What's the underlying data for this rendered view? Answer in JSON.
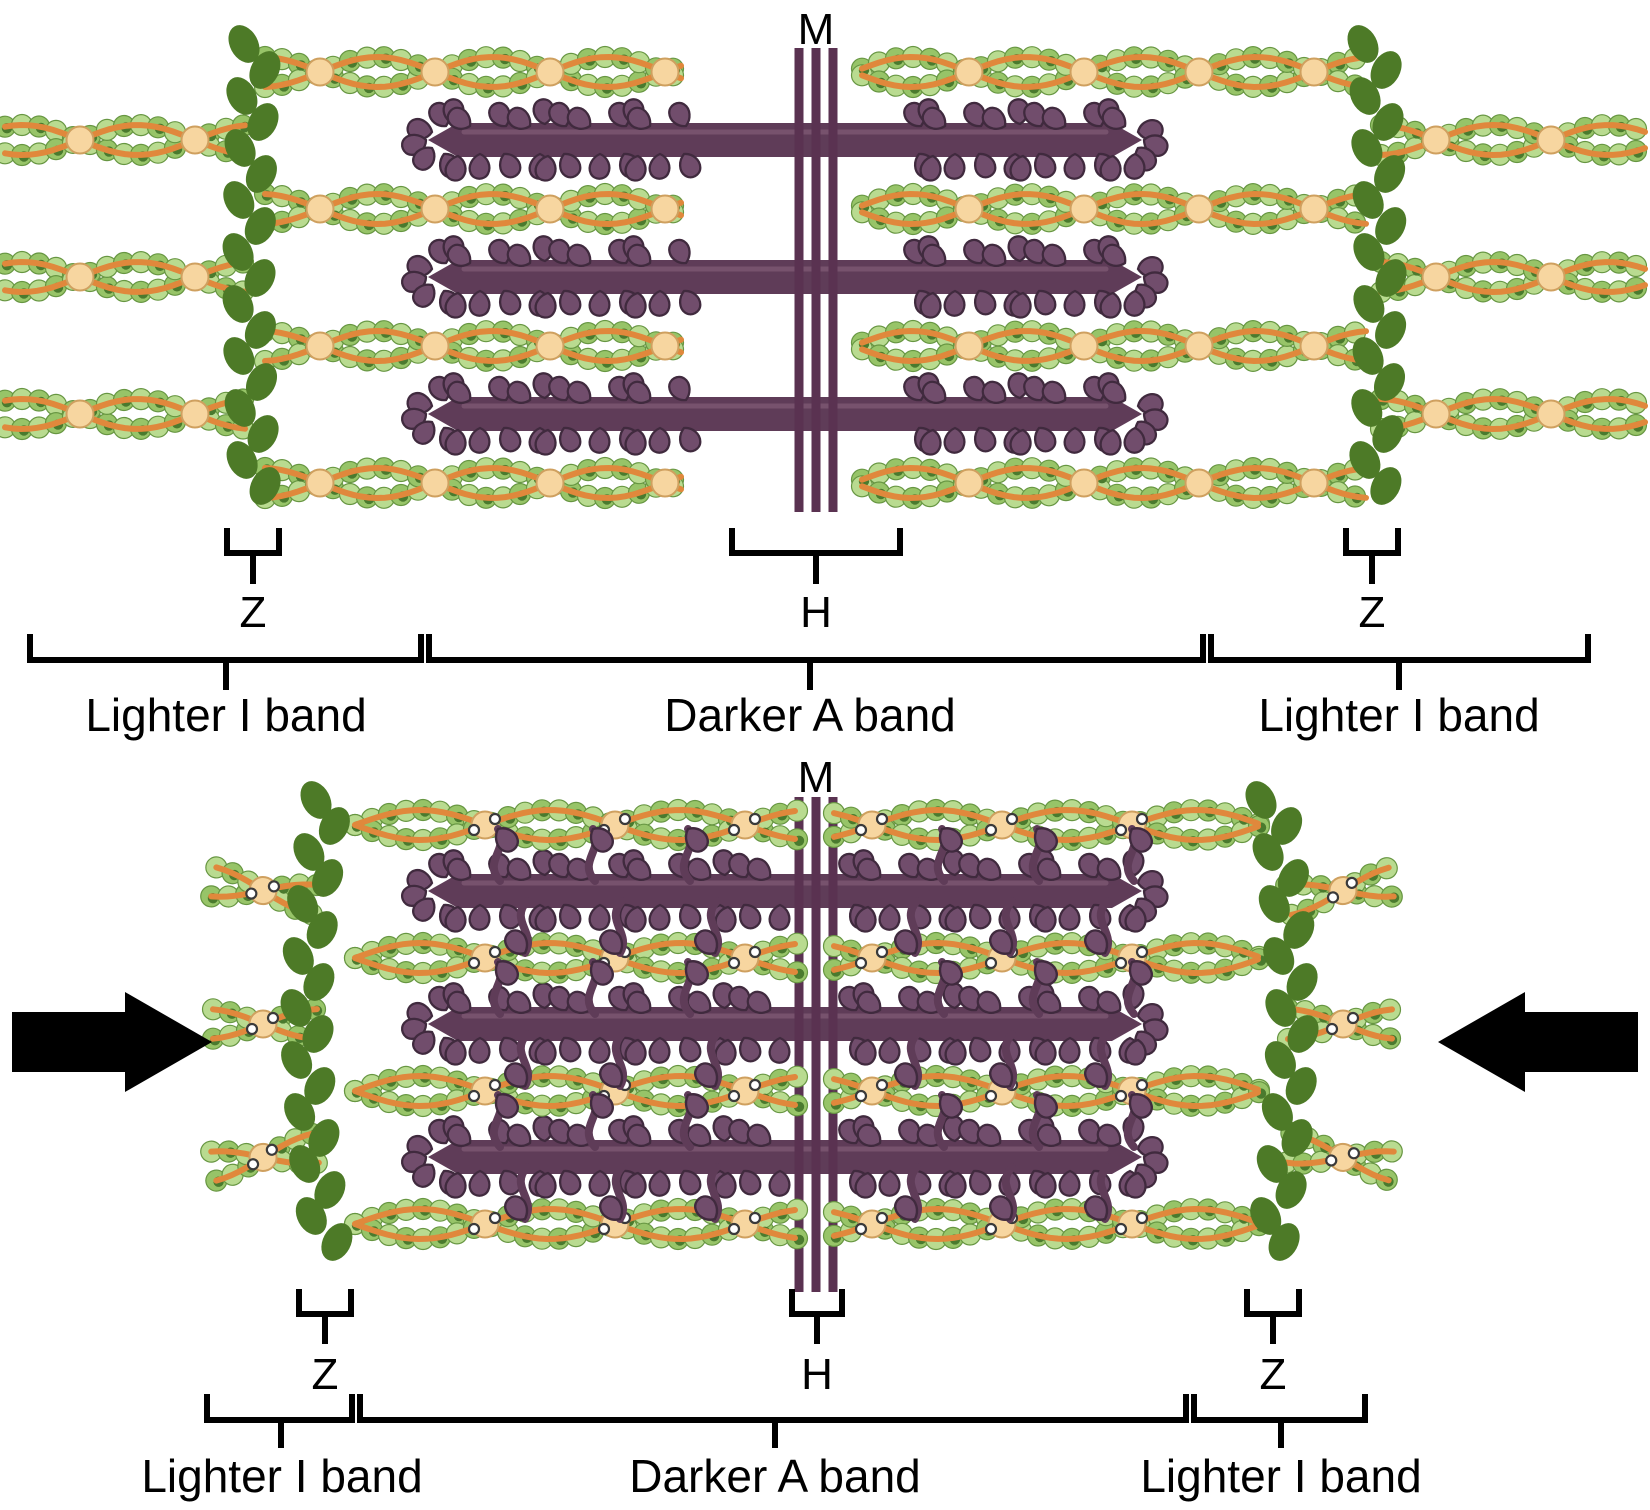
{
  "panels": {
    "relaxed": {
      "m_label": "M",
      "h_label": "H",
      "z_left_label": "Z",
      "z_right_label": "Z",
      "i_band_left_label": "Lighter I band",
      "a_band_label": "Darker A band",
      "i_band_right_label": "Lighter I band"
    },
    "contracted": {
      "m_label": "M",
      "h_label": "H",
      "z_left_label": "Z",
      "z_right_label": "Z",
      "i_band_left_label": "Lighter I band",
      "a_band_label": "Darker A band",
      "i_band_right_label": "Lighter I band"
    }
  },
  "colors": {
    "background": "#ffffff",
    "actin_bead_light": "#b9db90",
    "actin_bead_mid": "#97c468",
    "actin_bead_core": "#4a7a2e",
    "actin_bead_stroke": "#679642",
    "tropomyosin": "#e0883c",
    "troponin_fill": "#f7d6a0",
    "troponin_stroke": "#cfa05f",
    "calcium_fill": "#ffffff",
    "calcium_stroke": "#3a3a3a",
    "z_disc": "#4d7a27",
    "myosin_body": "#5f3c58",
    "myosin_highlight": "#8a647f",
    "myosin_head": "#714d6c",
    "myosin_head_stroke": "#402a3e",
    "m_line": "#5a3251",
    "label": "#000000",
    "bracket": "#000000",
    "arrow": "#000000"
  }
}
